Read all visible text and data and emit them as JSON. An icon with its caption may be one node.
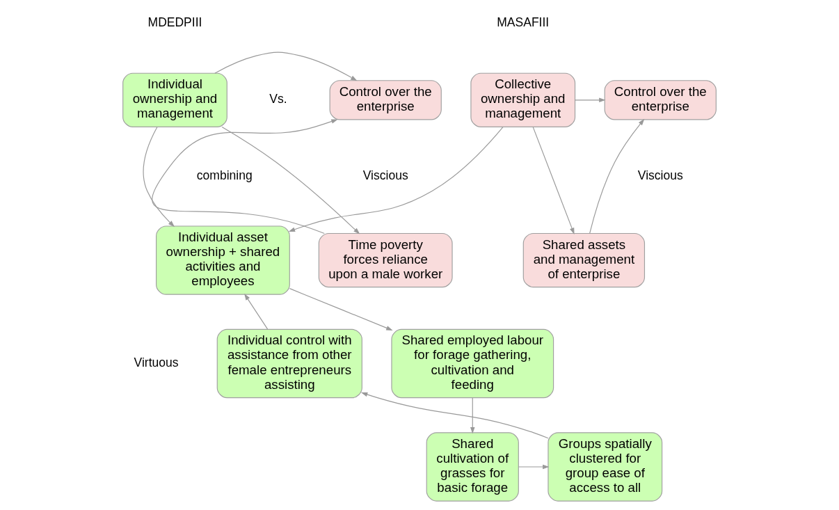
{
  "diagram": {
    "nodes": [
      {
        "text": [
          "Control over the enterprise"
        ]
      },
      {
        "text": [
          "Individual ownership and management"
        ]
      },
      {
        "text": [
          "Collective ownership and management"
        ]
      },
      {
        "text": [
          "Control over the enterprise"
        ]
      },
      {
        "text": [
          "Time poverty forces reliance upon a male worker"
        ]
      },
      {
        "text": [
          "Individual asset ownership + shared activities and employees"
        ]
      },
      {
        "text": [
          "Shared assets and management of enterprise"
        ]
      },
      {
        "text": [
          "Individual control with assistance from other female entrepreneurs assisting"
        ]
      },
      {
        "text": [
          "Shared employed labour for forage gathering, cultivation and feeding"
        ]
      },
      {
        "text": [
          "Groups spatially clustered for group ease of access to all"
        ]
      },
      {
        "text": [
          "Shared cultivation of grasses for basic forage"
        ]
      }
    ],
    "edges": [
      {
        "from": 1,
        "to": 0,
        "arrow": "to"
      },
      {
        "from": 1,
        "to": 4,
        "arrow": "to"
      },
      {
        "from": 4,
        "to": 0,
        "arrow": "to"
      },
      {
        "from": 1,
        "to": 5,
        "arrow": "to"
      },
      {
        "from": 2,
        "to": 5,
        "arrow": "to"
      },
      {
        "from": 2,
        "to": 3,
        "arrow": "to"
      },
      {
        "from": 2,
        "to": 6,
        "arrow": "to"
      },
      {
        "from": 6,
        "to": 3,
        "arrow": "to"
      },
      {
        "from": 5,
        "to": 8,
        "arrow": "to"
      },
      {
        "from": 8,
        "to": 10,
        "arrow": "to"
      },
      {
        "from": 10,
        "to": 9,
        "arrow": "to"
      },
      {
        "from": 9,
        "to": 7,
        "arrow": "to"
      },
      {
        "from": 7,
        "to": 5,
        "arrow": "to"
      }
    ],
    "labels": [
      "MDEDPIII",
      "MASAFIII",
      "Vs.",
      "Viscious",
      "combining",
      "Viscious",
      "Virtuous"
    ]
  }
}
